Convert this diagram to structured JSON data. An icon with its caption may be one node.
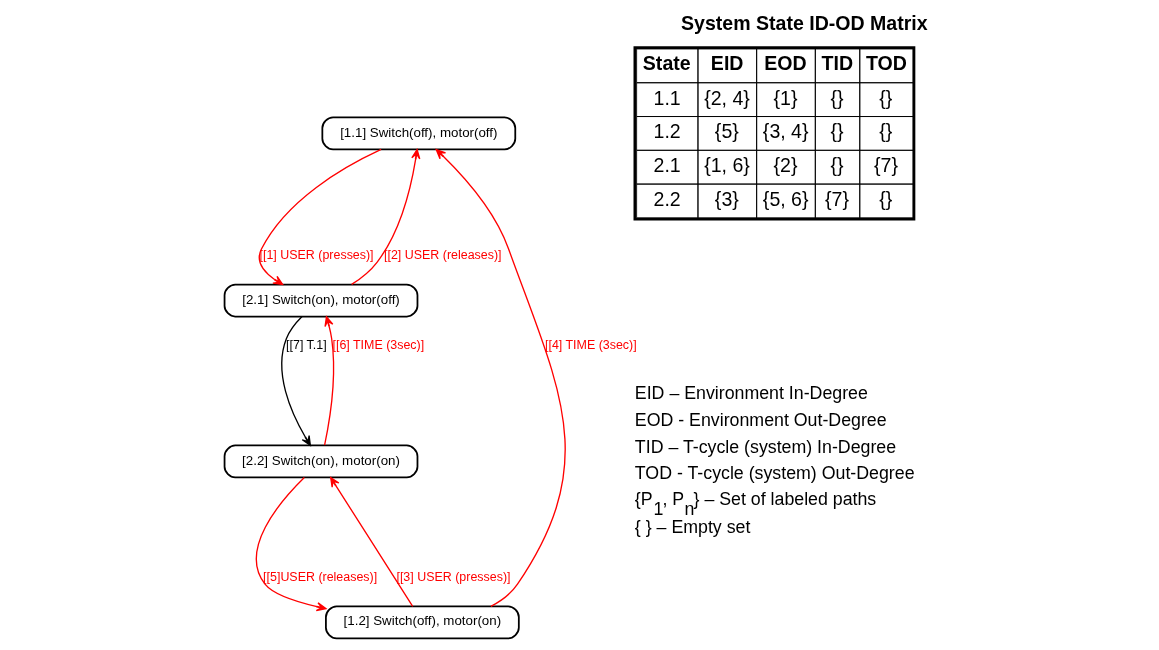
{
  "diagram": {
    "title": "System State ID-OD Matrix",
    "nodes": [
      {
        "text": [
          "[1.1] Switch(off), motor(off)"
        ]
      },
      {
        "text": [
          "[2.1] Switch(on), motor(off)"
        ]
      },
      {
        "text": [
          "[2.2] Switch(on), motor(on)"
        ]
      },
      {
        "text": [
          "[1.2] Switch(off), motor(on)"
        ]
      }
    ],
    "edges": [
      {
        "from": 0,
        "to": 1,
        "arrow": "to",
        "label": "[[1] USER (presses)]"
      },
      {
        "from": 1,
        "to": 0,
        "arrow": "to",
        "label": "[[2] USER (releases)]"
      },
      {
        "from": 1,
        "to": 2,
        "arrow": "to",
        "label": "[[7] T.1]",
        "color": "#000000"
      },
      {
        "from": 2,
        "to": 1,
        "arrow": "to",
        "label": "[[6] TIME (3sec)]"
      },
      {
        "from": 3,
        "to": 0,
        "arrow": "to",
        "label": "[[4] TIME (3sec)]"
      },
      {
        "from": 2,
        "to": 3,
        "arrow": "to",
        "label": "[[5]USER (releases)]"
      },
      {
        "from": 3,
        "to": 2,
        "arrow": "to",
        "label": "[[3] USER (presses)]"
      }
    ],
    "labels": [
      "State",
      "EID",
      "EOD",
      "TID",
      "TOD",
      "1.1",
      "{2, 4}",
      "{1}",
      "{}",
      "{}",
      "1.2",
      "{5}",
      "{3, 4}",
      "{}",
      "{}",
      "2.1",
      "{1, 6}",
      "{2}",
      "{}",
      "{7}",
      "2.2",
      "{3}",
      "{5, 6}",
      "{7}",
      "{}",
      "EID – Environment In-Degree",
      "EOD - Environment Out-Degree",
      "TID – T-cycle (system) In-Degree",
      "TOD - T-cycle (system) Out-Degree",
      "{P$_{1}$, P$_{n}$} – Set of labeled paths",
      "{ } – Empty set"
    ]
  }
}
